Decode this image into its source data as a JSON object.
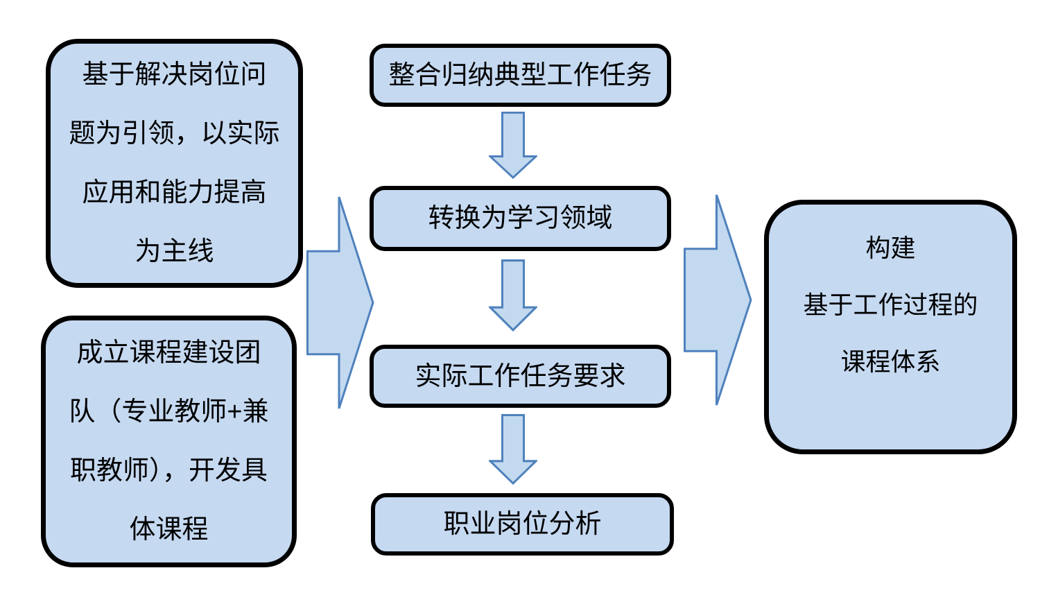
{
  "colors": {
    "background": "#ffffff",
    "box_fill": "#c5d9f1",
    "box_border": "#000000",
    "arrow_fill": "#c3d9ef",
    "arrow_stroke": "#4f81bd",
    "text": "#000000"
  },
  "left_boxes": [
    {
      "lines": [
        "基于解决岗位问",
        "题为引领，以实际",
        "应用和能力提高",
        "为主线"
      ]
    },
    {
      "lines": [
        "成立课程建设团",
        "队（专业教师+兼",
        "职教师），开发具",
        "体课程"
      ]
    }
  ],
  "process_boxes": [
    {
      "label": "整合归纳典型工作任务"
    },
    {
      "label": "转换为学习领域"
    },
    {
      "label": "实际工作任务要求"
    },
    {
      "label": "职业岗位分析"
    }
  ],
  "result_box": {
    "lines": [
      "构建",
      "基于工作过程的",
      "课程体系"
    ]
  },
  "icons": {
    "down_arrow": "block-arrow-down",
    "right_arrow": "block-arrow-right"
  }
}
